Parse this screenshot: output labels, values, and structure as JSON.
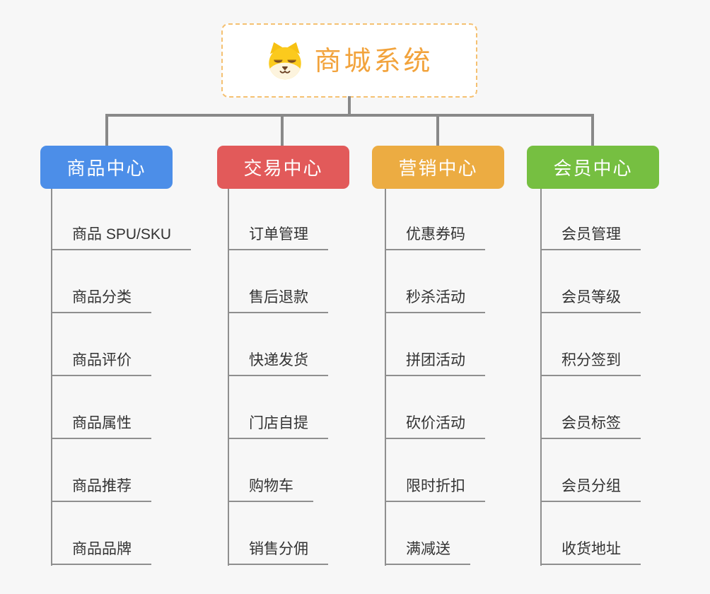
{
  "root": {
    "title": "商城系统",
    "icon": "shiba-dog-icon",
    "title_color": "#f2a33c",
    "border_color": "#f5c172"
  },
  "branches": [
    {
      "label": "商品中心",
      "color": "#4c8ee8",
      "children": [
        "商品 SPU/SKU",
        "商品分类",
        "商品评价",
        "商品属性",
        "商品推荐",
        "商品品牌"
      ]
    },
    {
      "label": "交易中心",
      "color": "#e25a5a",
      "children": [
        "订单管理",
        "售后退款",
        "快递发货",
        "门店自提",
        "购物车",
        "销售分佣"
      ]
    },
    {
      "label": "营销中心",
      "color": "#ecac42",
      "children": [
        "优惠券码",
        "秒杀活动",
        "拼团活动",
        "砍价活动",
        "限时折扣",
        "满减送"
      ]
    },
    {
      "label": "会员中心",
      "color": "#76bf41",
      "children": [
        "会员管理",
        "会员等级",
        "积分签到",
        "会员标签",
        "会员分组",
        "收货地址"
      ]
    }
  ],
  "connector_color": "#898989",
  "background_color": "#f7f7f7"
}
